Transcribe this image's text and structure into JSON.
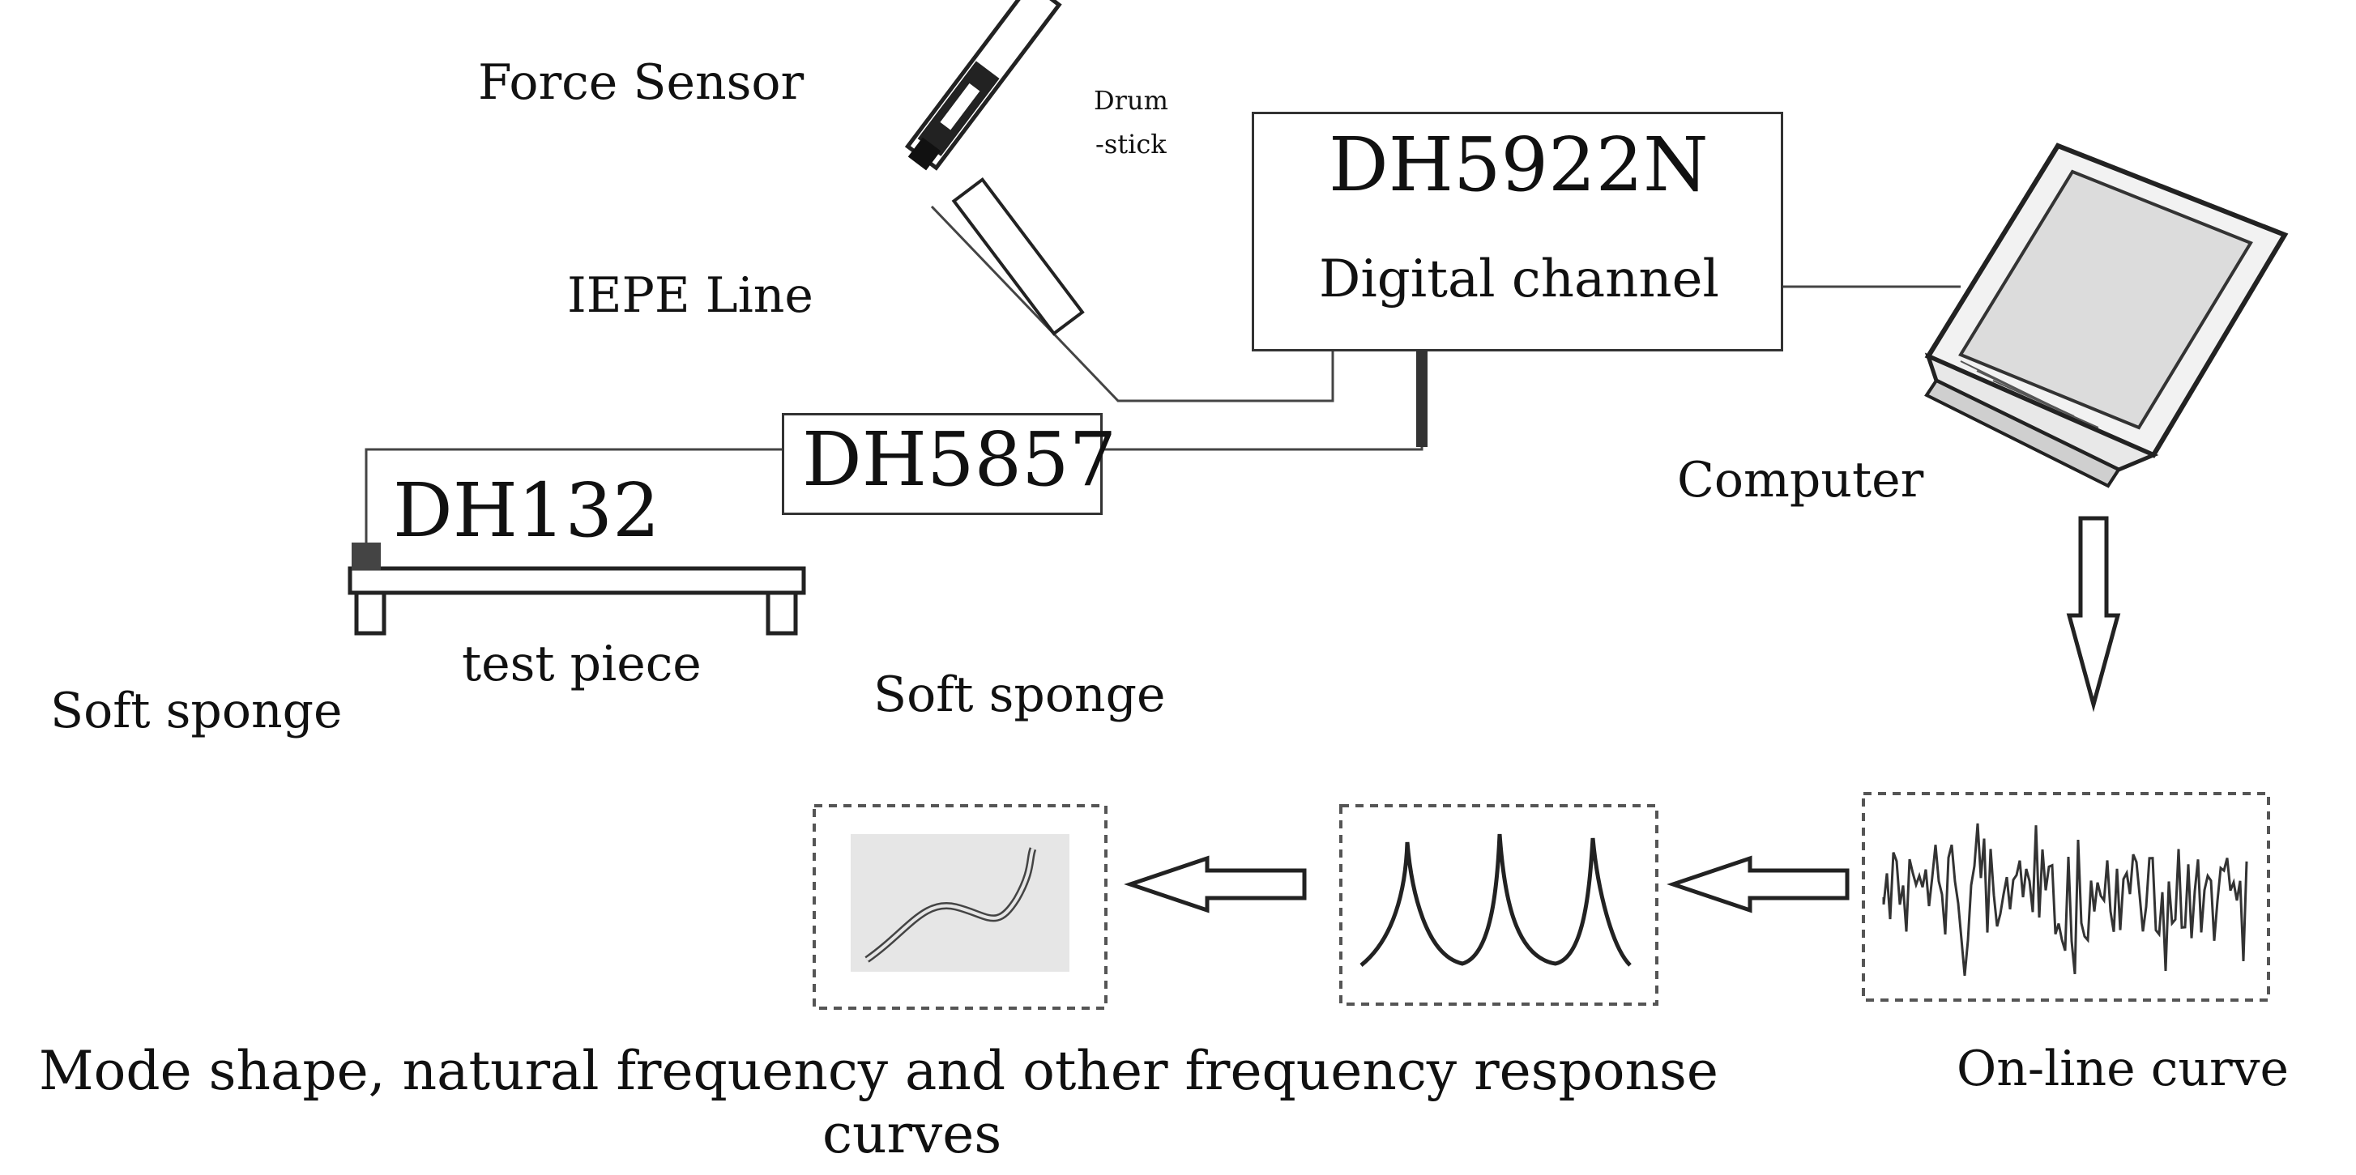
{
  "labels": {
    "force_sensor": "Force Sensor",
    "drumstick_line1": "Drum",
    "drumstick_line2": "-stick",
    "iepe_line": "IEPE Line",
    "dh5922n": "DH5922N",
    "digital_channel": "Digital channel",
    "dh5857": "DH5857",
    "dh132": "DH132",
    "computer": "Computer",
    "test_piece": "test piece",
    "soft_sponge_left": "Soft sponge",
    "soft_sponge_right": "Soft sponge",
    "online_curve": "On-line curve",
    "mode_shape_line1": "Mode shape, natural frequency and other frequency response",
    "mode_shape_line2": "curves"
  },
  "colors": {
    "line": "#333333",
    "box_border": "#333333",
    "panel_border": "#555555",
    "background": "#ffffff"
  },
  "icons": {
    "sensor": "force-sensor-drumstick-icon",
    "laptop": "laptop-icon",
    "arrows": "hollow-arrow-icon"
  }
}
